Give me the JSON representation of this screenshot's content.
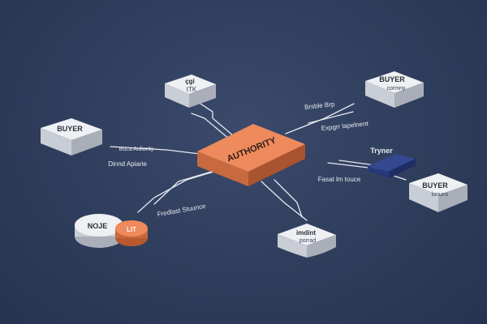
{
  "colors": {
    "background": "#2f3d5c",
    "authority": "#e8875a",
    "node_top": "#eef0f3",
    "node_side": "#b9bdc6",
    "navy_node": "#2a3a7a",
    "connector": "#e6e9f0"
  },
  "center_node": {
    "label": "AUTHORITY"
  },
  "nodes": {
    "top": {
      "line1": "çgi",
      "line2": "tTK"
    },
    "top_right": {
      "line1": "BUYER",
      "line2": "cormny"
    },
    "left": {
      "line1": "BUYER"
    },
    "right_navy": {
      "line1": "Tryner"
    },
    "right_bottom": {
      "line1": "BUYER",
      "line2": "lonuns"
    },
    "bottom": {
      "line1": "imdint",
      "line2": "porrad"
    },
    "bottom_left": {
      "line1": "NOJE",
      "line2": "LIT"
    }
  },
  "labels": {
    "left_upper": "Buca Auliority",
    "left_lower": "Dinnd Apiarie",
    "upper_right_1": "Brsble Brp",
    "upper_right_2": "Expgrr lapelnent",
    "right_mid": "Fasat lm touce",
    "bottom_left": "Fredlast Stuunce"
  }
}
